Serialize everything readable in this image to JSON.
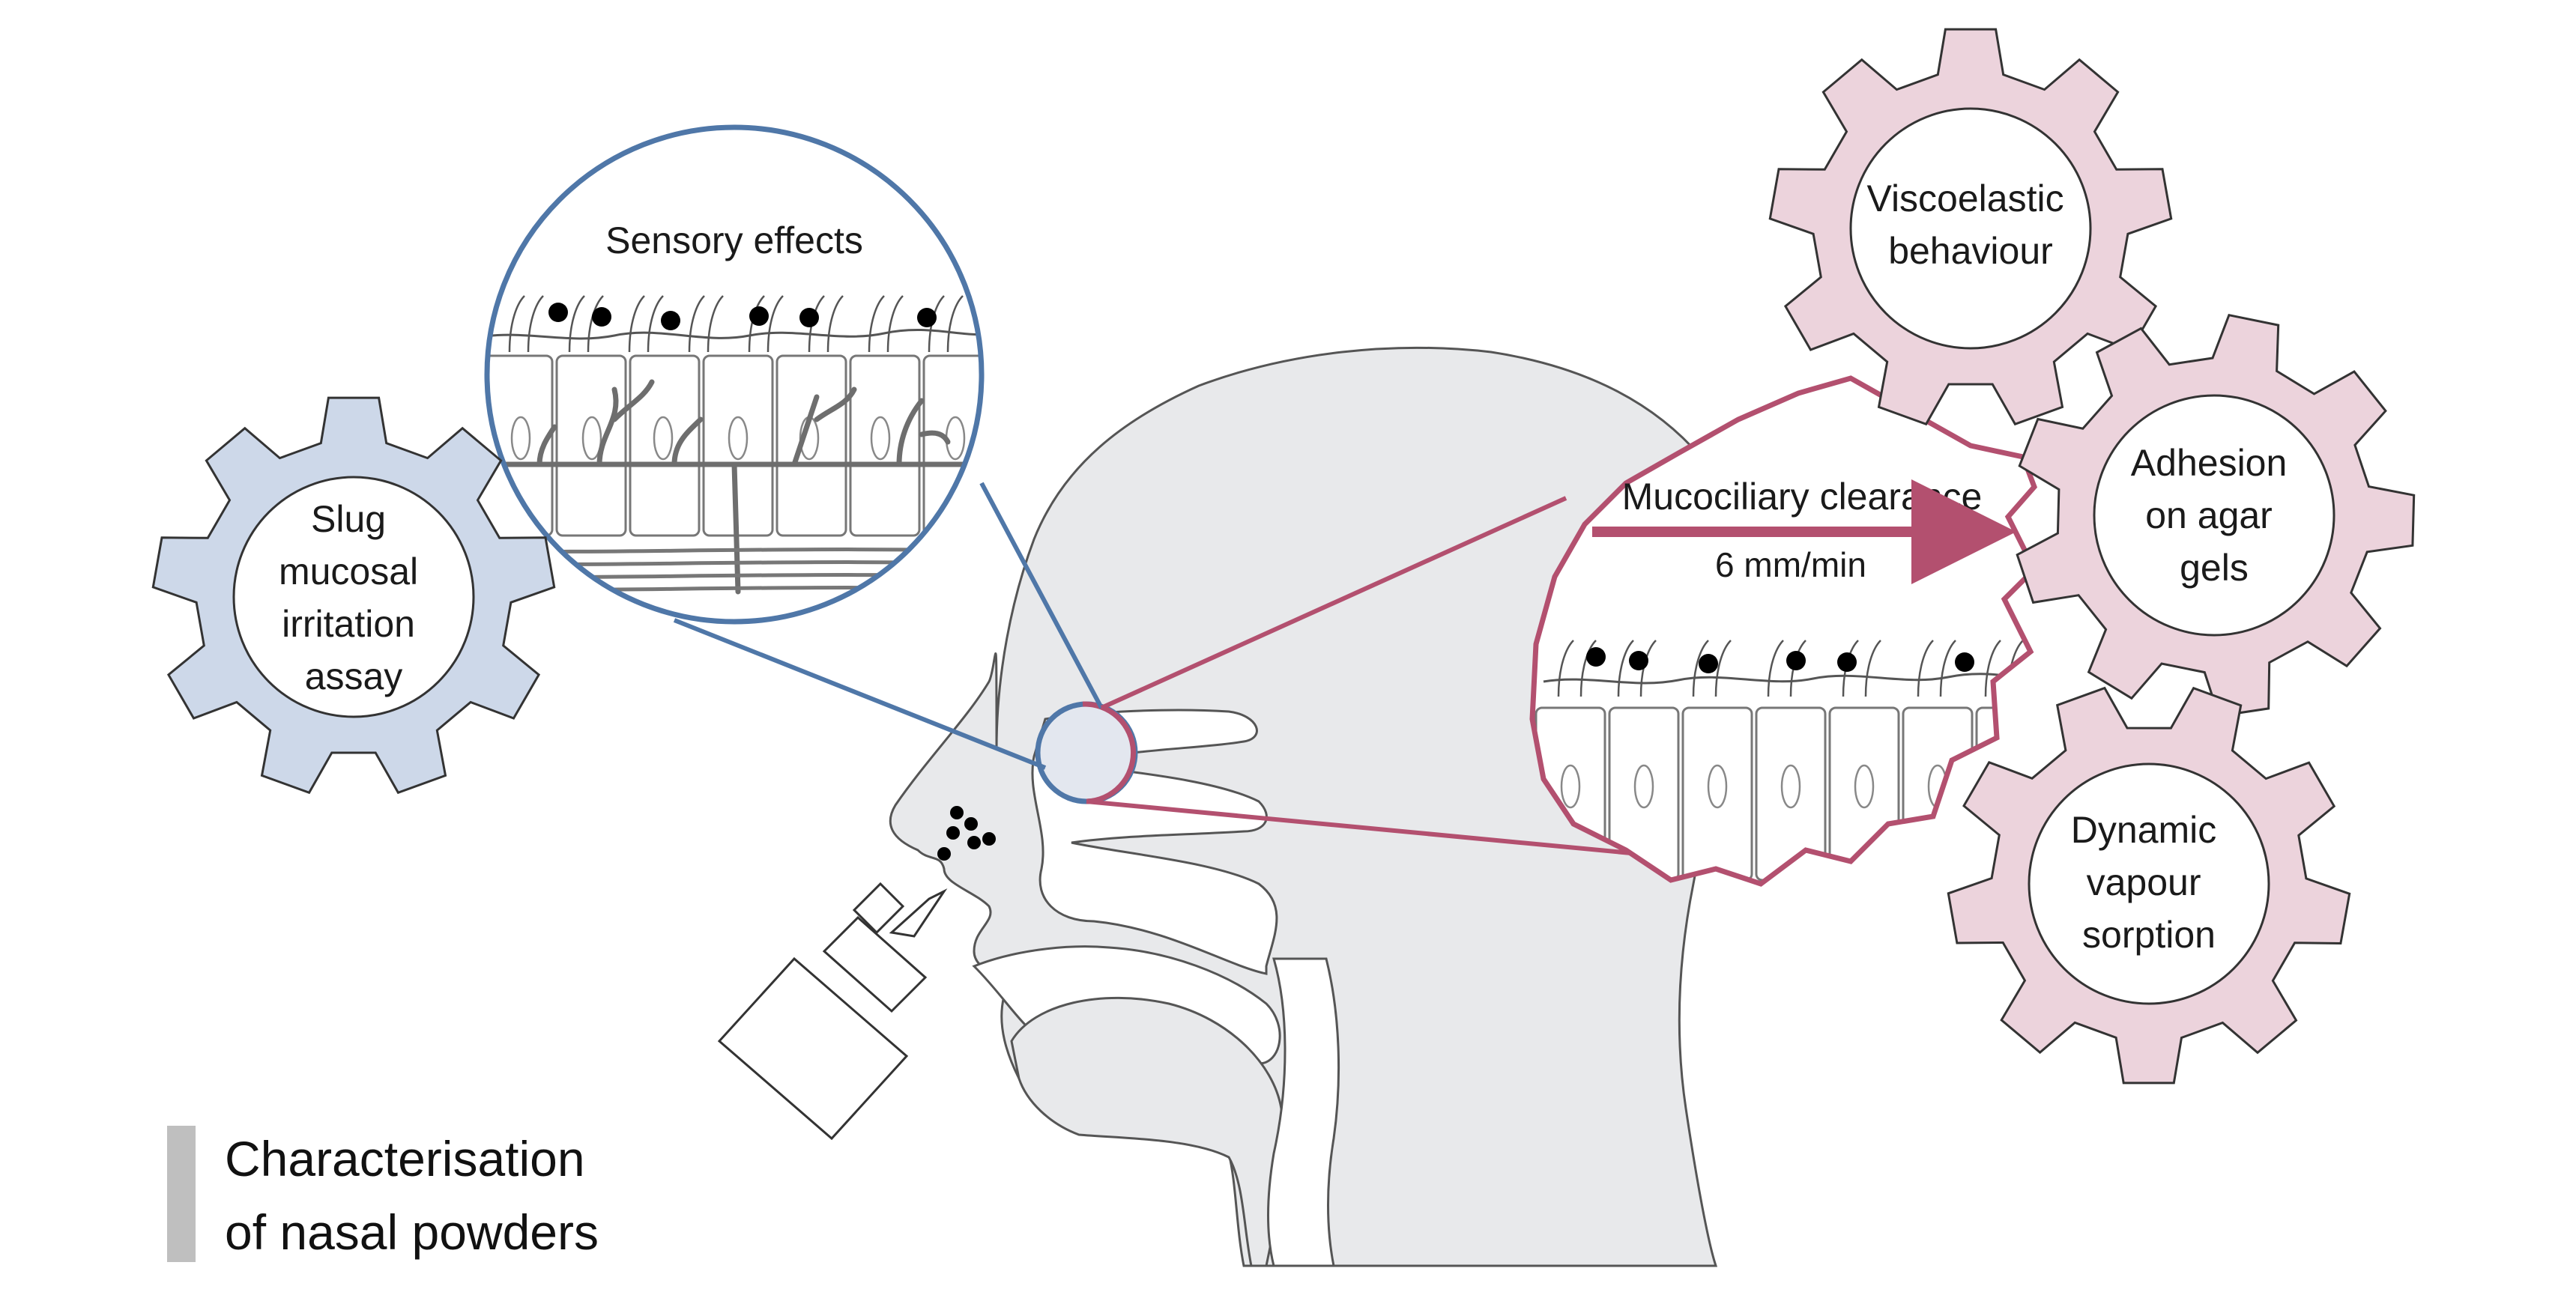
{
  "title": {
    "line1": "Characterisation",
    "line2": "of nasal powders"
  },
  "sensory": {
    "label": "Sensory effects"
  },
  "clearance": {
    "label": "Mucociliary clearance",
    "rate": "6 mm/min"
  },
  "gears": {
    "slug": [
      "Slug",
      "mucosal",
      "irritation",
      "assay"
    ],
    "viscoelastic": [
      "Viscoelastic",
      "behaviour"
    ],
    "adhesion": [
      "Adhesion",
      "on agar",
      "gels"
    ],
    "sorption": [
      "Dynamic",
      "vapour",
      "sorption"
    ]
  },
  "colors": {
    "blue": "#4f77a8",
    "blue_fill": "#cdd8e9",
    "pink": "#b3506f",
    "pink_fill": "#ecd3dc",
    "head_fill": "#e8e9eb",
    "title_bar": "#bfbfbf"
  }
}
